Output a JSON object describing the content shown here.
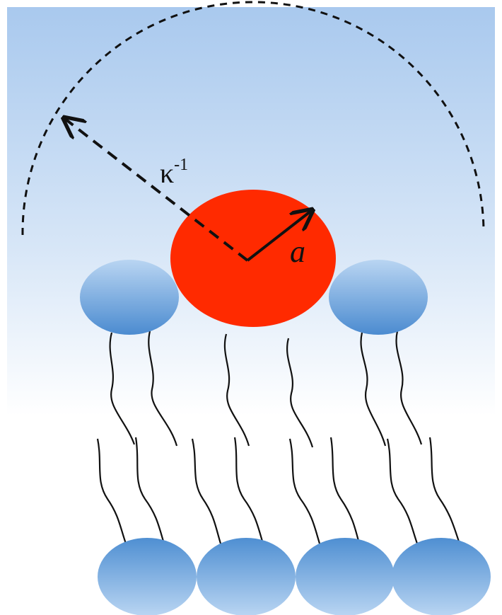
{
  "labels": {
    "debye_length": "κ",
    "debye_exponent": "-1",
    "particle_radius": "a"
  },
  "colors": {
    "background_top": "#a9c9ee",
    "background_bottom": "#ffffff",
    "particle": "#ff2a00",
    "headgroup_light": "#b7d3f1",
    "headgroup_dark": "#4f8fd2",
    "lines": "#111111"
  }
}
